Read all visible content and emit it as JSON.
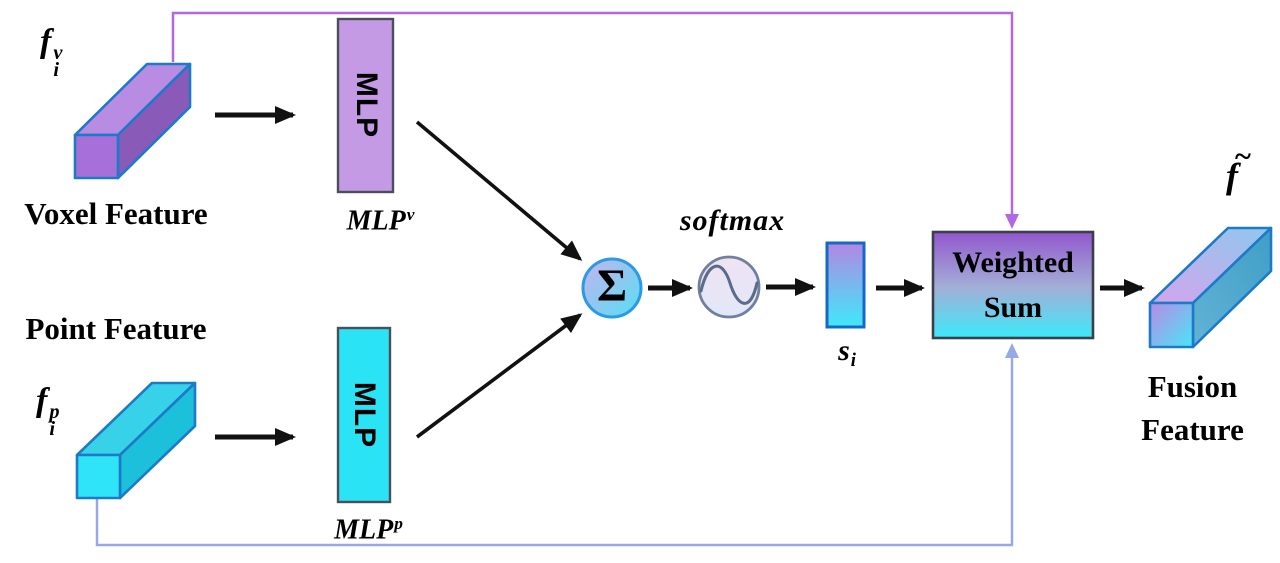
{
  "figure": {
    "title": "voxel-point feature fusion diagram",
    "labels": {
      "voxel_math": {
        "base": "f",
        "sup": "v",
        "sub": "i"
      },
      "voxel_caption": "Voxel Feature",
      "point_caption": "Point Feature",
      "point_math": {
        "base": "f",
        "sup": "p",
        "sub": "i"
      },
      "mlp_box_top": "MLP",
      "mlp_box_bottom": "MLP",
      "mlp_top_label": {
        "base": "MLP",
        "sup": "v"
      },
      "mlp_bottom_label": {
        "base": "MLP",
        "sup": "p"
      },
      "sum_symbol": "Σ",
      "softmax_label": "softmax",
      "score_math": {
        "base": "s",
        "sub": "i"
      },
      "weighted_sum_line1": "Weighted",
      "weighted_sum_line2": "Sum",
      "fusion_math": {
        "base": "f",
        "accent": "~"
      },
      "fusion_caption_line1": "Fusion",
      "fusion_caption_line2": "Feature"
    },
    "colors": {
      "background": "#ffffff",
      "text": "#000000",
      "arrow_black": "#111111",
      "line_purple": "#b168e0",
      "line_periwinkle": "#98a8e4",
      "bar_stroke": "#1d7ac8",
      "voxel_front": "#a770d8",
      "voxel_top": "#b88ce2",
      "voxel_side": "#8a5ab8",
      "point_front": "#2ee4f6",
      "point_top": "#38d2e8",
      "point_side": "#1cc0da",
      "mlp_v_fill": "#c49ae4",
      "mlp_p_fill": "#2ae3f5",
      "mlp_stroke": "#4a4f5a",
      "sum_grad_start": "#c6b2ec",
      "sum_grad_end": "#55dff5",
      "sum_stroke": "#2a9ae6",
      "softmax_fill_top": "#efe3f3",
      "softmax_fill_bottom": "#e2e8f8",
      "softmax_stroke": "#7080a0",
      "softmax_curve": "#5a6b8c",
      "score_grad_top": "#b287e2",
      "score_grad_bottom": "#3fe9fa",
      "score_stroke": "#1668c8",
      "ws_grad_top": "#9257ce",
      "ws_grad_mid": "#a3aed6",
      "ws_grad_bottom": "#3ce9fa",
      "ws_stroke": "#3a3f4a",
      "fusion_top_a": "#d4a4ec",
      "fusion_top_b": "#8fc8ec",
      "fusion_side_a": "#62b2d6",
      "fusion_side_b": "#3f9fc6",
      "fusion_front_a": "#b98ae4",
      "fusion_front_b": "#48e6f8"
    }
  }
}
